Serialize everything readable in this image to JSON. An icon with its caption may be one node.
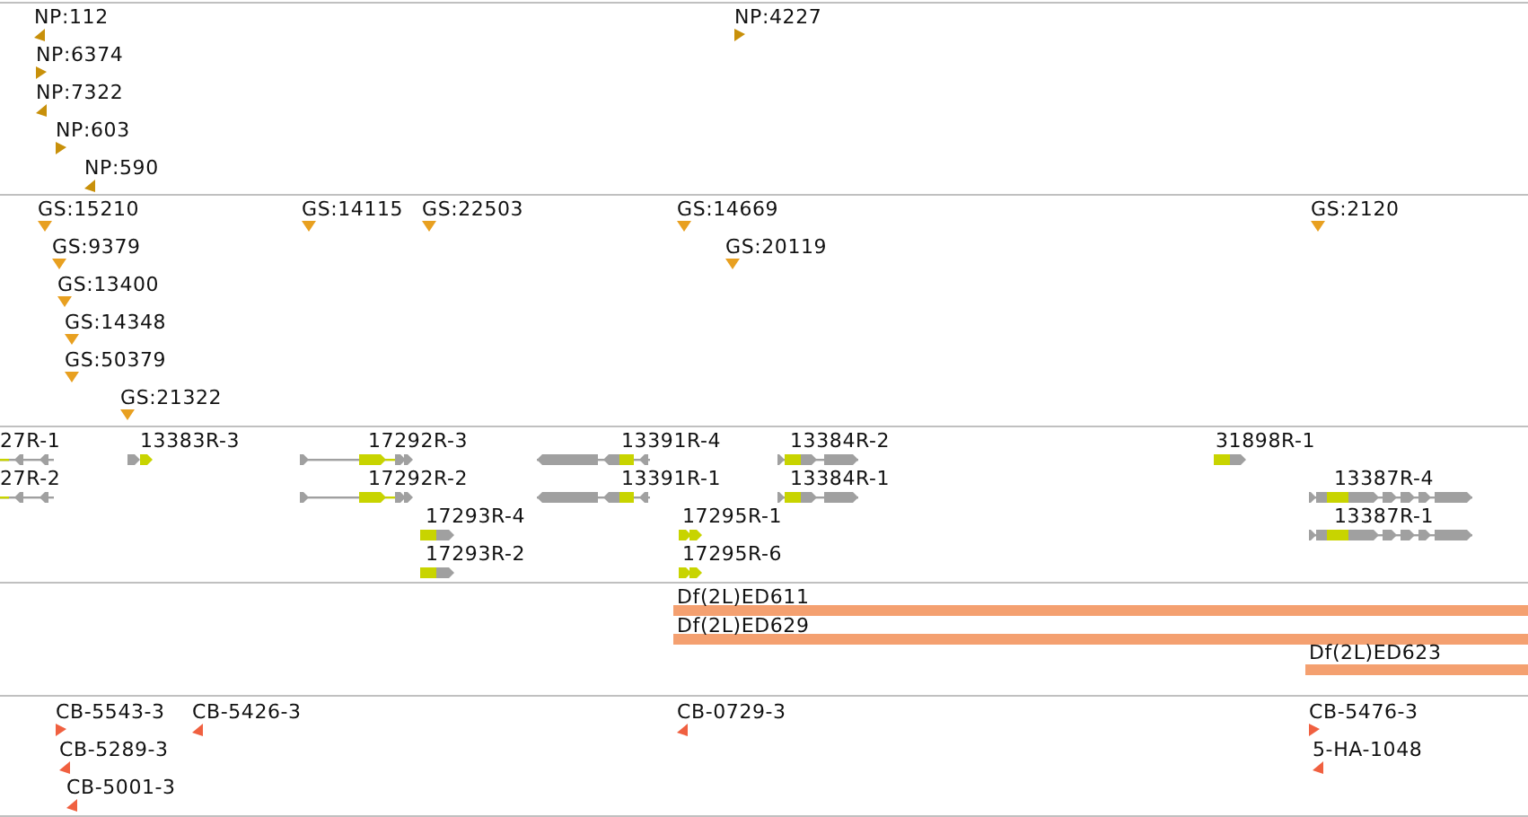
{
  "diagram": {
    "labels": [
      "NP:112",
      "NP:4227",
      "NP:6374",
      "NP:7322",
      "NP:603",
      "NP:590",
      "GS:15210",
      "GS:14115",
      "GS:22503",
      "GS:14669",
      "GS:2120",
      "GS:9379",
      "GS:20119",
      "GS:13400",
      "GS:14348",
      "GS:50379",
      "GS:21322",
      "27R-1",
      "13383R-3",
      "17292R-3",
      "13391R-4",
      "13384R-2",
      "31898R-1",
      "27R-2",
      "17292R-2",
      "13391R-1",
      "13384R-1",
      "13387R-4",
      "17293R-4",
      "17295R-1",
      "13387R-1",
      "17293R-2",
      "17295R-6",
      "Df(2L)ED611",
      "Df(2L)ED629",
      "Df(2L)ED623",
      "CB-5543-3",
      "CB-5426-3",
      "CB-0729-3",
      "CB-5476-3",
      "CB-5289-3",
      "5-HA-1048",
      "CB-5001-3"
    ]
  }
}
